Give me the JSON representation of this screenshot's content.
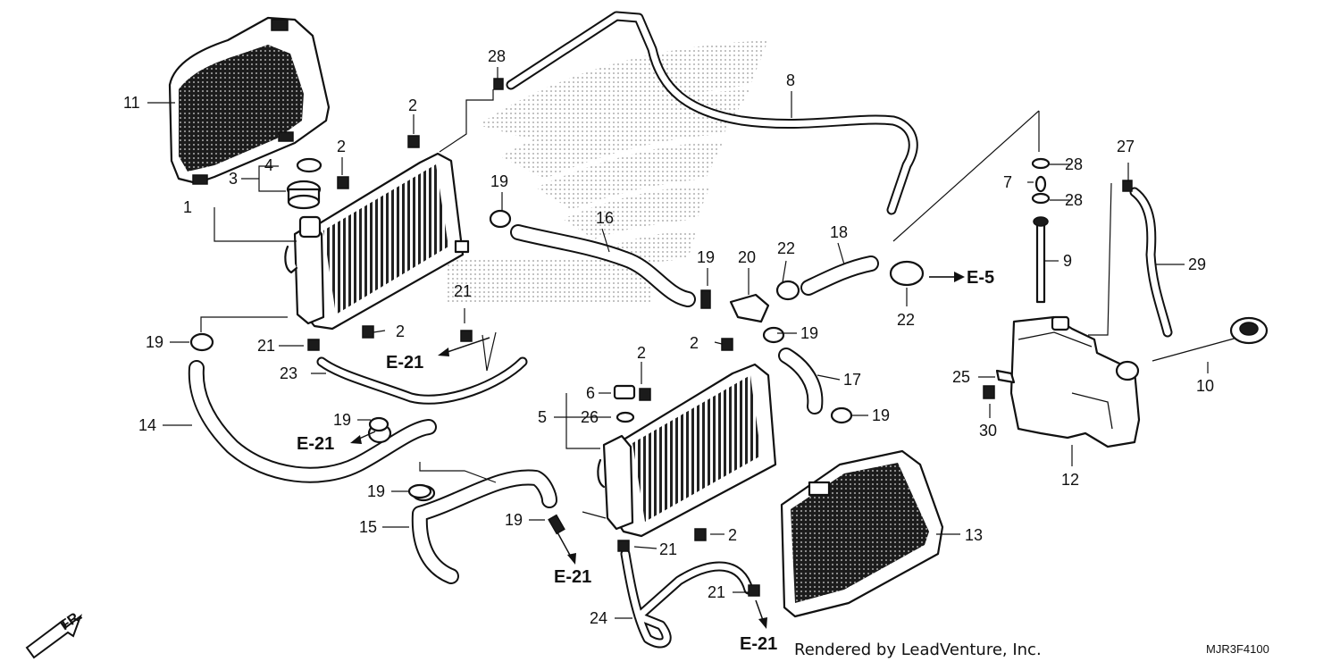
{
  "diagram": {
    "callouts": [
      {
        "id": "c11a",
        "label": "11"
      },
      {
        "id": "c1",
        "label": "1"
      },
      {
        "id": "c3",
        "label": "3"
      },
      {
        "id": "c4",
        "label": "4"
      },
      {
        "id": "c2a",
        "label": "2"
      },
      {
        "id": "c2b",
        "label": "2"
      },
      {
        "id": "c28a",
        "label": "28"
      },
      {
        "id": "c8",
        "label": "8"
      },
      {
        "id": "c19a",
        "label": "19"
      },
      {
        "id": "c16",
        "label": "16"
      },
      {
        "id": "c19b",
        "label": "19"
      },
      {
        "id": "c20",
        "label": "20"
      },
      {
        "id": "c22a",
        "label": "22"
      },
      {
        "id": "c18",
        "label": "18"
      },
      {
        "id": "c22b",
        "label": "22"
      },
      {
        "id": "c21a",
        "label": "21"
      },
      {
        "id": "c2c",
        "label": "2"
      },
      {
        "id": "c21b",
        "label": "21"
      },
      {
        "id": "c23",
        "label": "23"
      },
      {
        "id": "c19c",
        "label": "19"
      },
      {
        "id": "c14",
        "label": "14"
      },
      {
        "id": "c19d",
        "label": "19"
      },
      {
        "id": "c19e",
        "label": "19"
      },
      {
        "id": "c15",
        "label": "15"
      },
      {
        "id": "c19f",
        "label": "19"
      },
      {
        "id": "c2d",
        "label": "2"
      },
      {
        "id": "c2e",
        "label": "2"
      },
      {
        "id": "c6",
        "label": "6"
      },
      {
        "id": "c5",
        "label": "5"
      },
      {
        "id": "c26",
        "label": "26"
      },
      {
        "id": "c21c",
        "label": "21"
      },
      {
        "id": "c2f",
        "label": "2"
      },
      {
        "id": "c21d",
        "label": "21"
      },
      {
        "id": "c24",
        "label": "24"
      },
      {
        "id": "c19g",
        "label": "19"
      },
      {
        "id": "c17",
        "label": "17"
      },
      {
        "id": "c19h",
        "label": "19"
      },
      {
        "id": "c13",
        "label": "13"
      },
      {
        "id": "c28b",
        "label": "28"
      },
      {
        "id": "c7",
        "label": "7"
      },
      {
        "id": "c28c",
        "label": "28"
      },
      {
        "id": "c27",
        "label": "27"
      },
      {
        "id": "c9",
        "label": "9"
      },
      {
        "id": "c29",
        "label": "29"
      },
      {
        "id": "c25",
        "label": "25"
      },
      {
        "id": "c30",
        "label": "30"
      },
      {
        "id": "c10",
        "label": "10"
      },
      {
        "id": "c12",
        "label": "12"
      }
    ],
    "references": [
      {
        "id": "r1",
        "label": "E-21"
      },
      {
        "id": "r2",
        "label": "E-21"
      },
      {
        "id": "r3",
        "label": "E-21"
      },
      {
        "id": "r4",
        "label": "E-21"
      },
      {
        "id": "r5",
        "label": "E-5"
      }
    ],
    "front_indicator": "FR.",
    "credit": "Rendered by LeadVenture, Inc.",
    "diagram_code": "MJR3F4100"
  }
}
